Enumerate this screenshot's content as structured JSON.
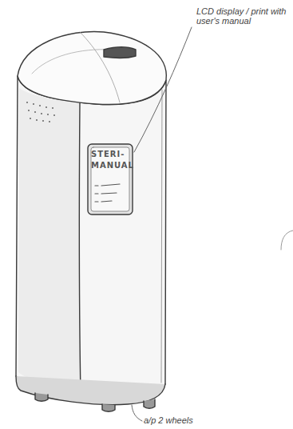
{
  "diagram": {
    "nodes": [
      {
        "text": [
          "STERI- MANUAL"
        ]
      }
    ],
    "labels": [
      "LCD display / print with user's manual",
      "a/p 2 wheels"
    ]
  }
}
